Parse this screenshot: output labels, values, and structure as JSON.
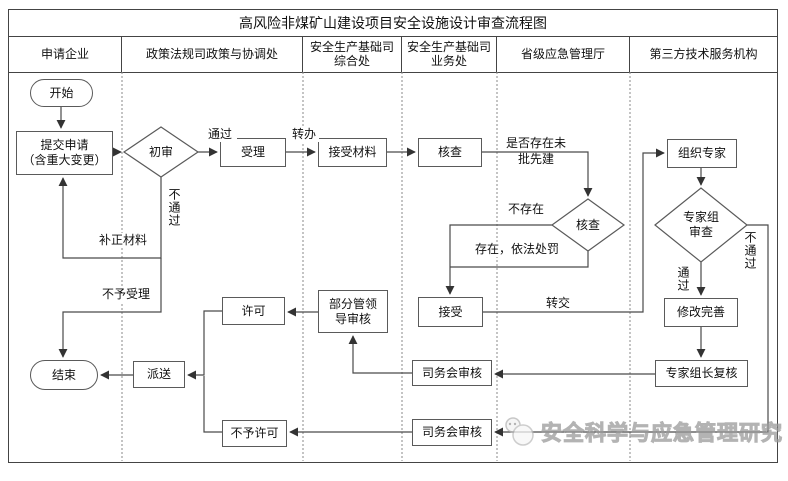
{
  "title": "高风险非煤矿山建设项目安全设施设计审查流程图",
  "lanes": [
    {
      "label": "申请企业"
    },
    {
      "label": "政策法规司政策与协调处"
    },
    {
      "label": "安全生产基础司\n综合处"
    },
    {
      "label": "安全生产基础司\n业务处"
    },
    {
      "label": "省级应急管理厅"
    },
    {
      "label": "第三方技术服务机构"
    }
  ],
  "nodes": {
    "start": {
      "label": "开始"
    },
    "submit": {
      "label": "提交申请\n（含重大变更）"
    },
    "initial_review": {
      "label": "初审"
    },
    "accept_case": {
      "label": "受理"
    },
    "receive_materials": {
      "label": "接受材料"
    },
    "verify": {
      "label": "核查"
    },
    "verify_check": {
      "label": "核查"
    },
    "accept": {
      "label": "接受"
    },
    "organize_experts": {
      "label": "组织专家"
    },
    "expert_review": {
      "label": "专家组\n审查"
    },
    "modify": {
      "label": "修改完善"
    },
    "leader_recheck": {
      "label": "专家组长复核"
    },
    "meeting_review_1": {
      "label": "司务会审核"
    },
    "meeting_review_2": {
      "label": "司务会审核"
    },
    "dept_leader_review": {
      "label": "部分管领\n导审核"
    },
    "permit": {
      "label": "许可"
    },
    "no_permit": {
      "label": "不予许可"
    },
    "dispatch": {
      "label": "派送"
    },
    "end": {
      "label": "结束"
    }
  },
  "edge_labels": {
    "pass_1": "通过",
    "transfer_1": "转办",
    "fail_1": "不通过",
    "supplement": "补正材料",
    "reject": "不予受理",
    "exist_question": "是否存在未\n批先建",
    "not_exist": "不存在",
    "exist_punish": "存在，依法处罚",
    "transfer_2": "转交",
    "pass_2": "通过",
    "fail_2": "不通过"
  },
  "watermark": {
    "text": "安全科学与应急管理研究"
  },
  "colors": {
    "line": "#4a4a4a",
    "border": "#5a5a5a",
    "text": "#111111",
    "watermark": "#b4b4b4"
  }
}
